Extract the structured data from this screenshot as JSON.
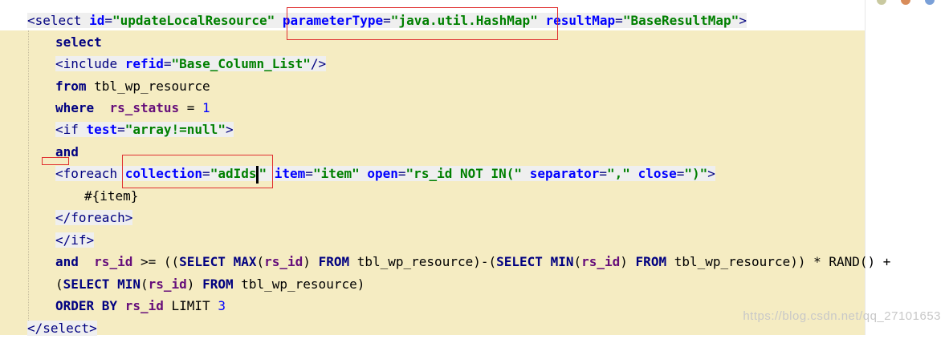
{
  "watermark": "https://blog.csdn.net/qq_27101653",
  "lines": {
    "l1": {
      "open": "<",
      "tag": "select",
      "a1": "id",
      "v1": "\"updateLocalResource\"",
      "a2": "parameterType",
      "v2": "\"java.util.HashMap\"",
      "a3": "resultMap",
      "v3": "\"BaseResultMap\"",
      "close": ">"
    },
    "l2": {
      "kw": "select"
    },
    "l3": {
      "open": "<",
      "tag": "include",
      "a1": "refid",
      "v1": "\"Base_Column_List\"",
      "close": "/>"
    },
    "l4": {
      "kw": "from",
      "txt": " tbl_wp_resource"
    },
    "l5": {
      "kw": "where",
      "field": "rs_status",
      "eq": " = ",
      "num": "1"
    },
    "l6": {
      "open": "<",
      "tag": "if",
      "a1": "test",
      "v1": "\"array!=null\"",
      "close": ">"
    },
    "l7": {
      "kw": "and"
    },
    "l8": {
      "open": "<",
      "tag": "foreach",
      "a1": "collection",
      "v1a": "\"adIds",
      "v1b": "\"",
      "a2": "item",
      "v2": "\"item\"",
      "a3": "open",
      "v3": "\"rs_id NOT IN(\"",
      "a4": "separator",
      "v4": "\",\"",
      "a5": "close",
      "v5": "\")\"",
      "close": ">"
    },
    "l9": {
      "txt": "#{item}"
    },
    "l10": {
      "tag": "</foreach>"
    },
    "l11": {
      "tag": "</if>"
    },
    "l12": {
      "kw1": "and",
      "field1": "rs_id",
      "t1": " >= ((",
      "kw2": "SELECT",
      "t2": " ",
      "kw3": "MAX",
      "t3": "(",
      "field2": "rs_id",
      "t4": ") ",
      "kw4": "FROM",
      "t5": " tbl_wp_resource)-(",
      "kw5": "SELECT",
      "t6": " ",
      "kw6": "MIN",
      "t7": "(",
      "field3": "rs_id",
      "t8": ") ",
      "kw7": "FROM",
      "t9": " tbl_wp_resource)) * RAND() +"
    },
    "l13": {
      "t1": "(",
      "kw1": "SELECT",
      "t2": " ",
      "kw2": "MIN",
      "t3": "(",
      "field1": "rs_id",
      "t4": ") ",
      "kw3": "FROM",
      "t5": " tbl_wp_resource)"
    },
    "l14": {
      "kw1": "ORDER BY",
      "t1": " ",
      "field1": "rs_id",
      "t2": " LIMIT ",
      "num": "3"
    },
    "l15": {
      "tag": "</select>"
    }
  },
  "colors": {
    "highlight_box": "#e03030",
    "code_background": "#f5ecc2"
  }
}
